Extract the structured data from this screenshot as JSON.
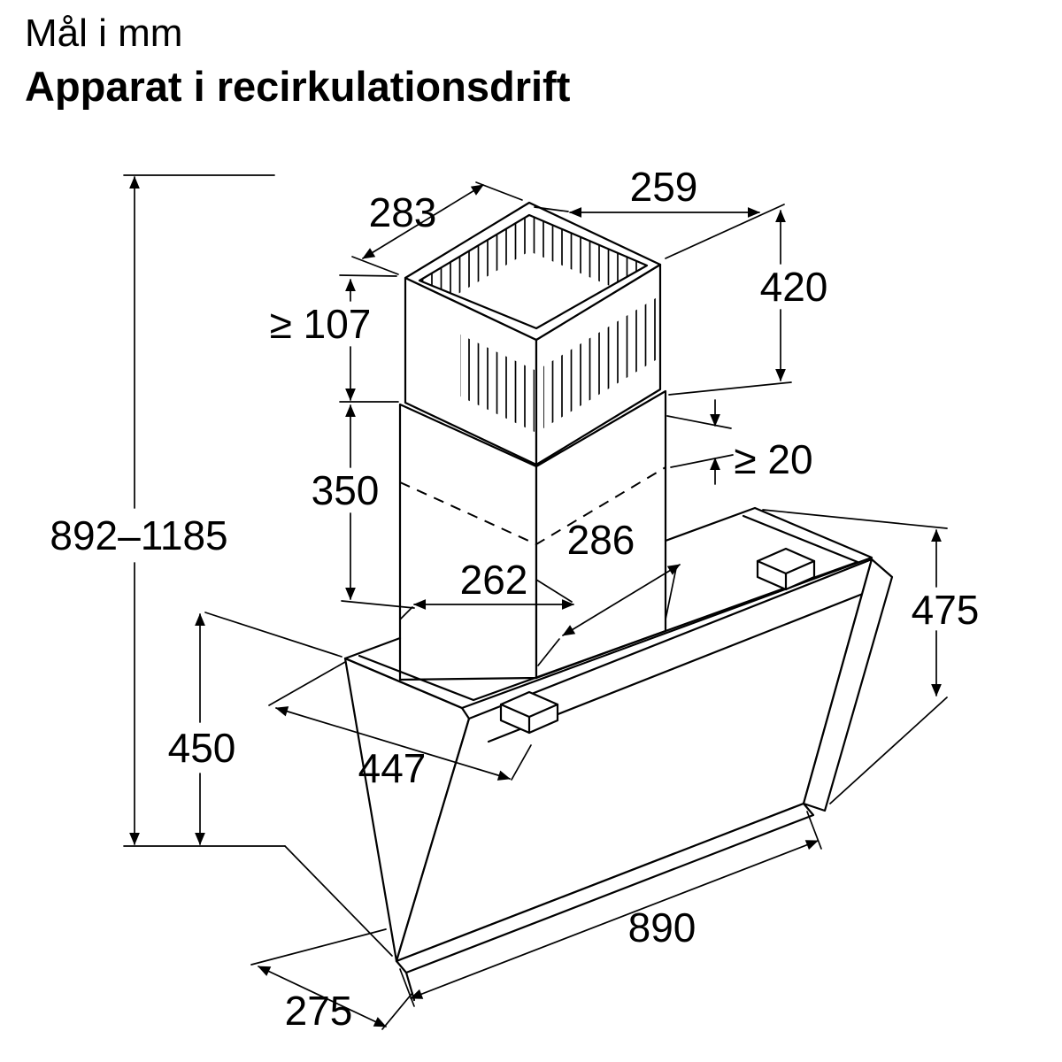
{
  "header": {
    "line1": "Mål i mm",
    "line2": "Apparat i recirkulationsdrift"
  },
  "diagram": {
    "unit": "mm",
    "appliance": "wall-mounted angled cooker hood, recirculation mode",
    "colors": {
      "line": "#000000",
      "background": "#ffffff"
    },
    "dimensions": {
      "chimney_top_width": "283",
      "chimney_top_depth": "259",
      "upper_duct_height": "420",
      "min_clearance_top": "≥ 107",
      "lower_duct_height": "350",
      "min_overlap": "≥ 20",
      "total_height_range": "892–1185",
      "duct_base_depth": "286",
      "duct_base_width": "262",
      "panel_height_right": "475",
      "body_height_left": "450",
      "top_depth": "447",
      "hood_width": "890",
      "bottom_depth": "275"
    }
  }
}
